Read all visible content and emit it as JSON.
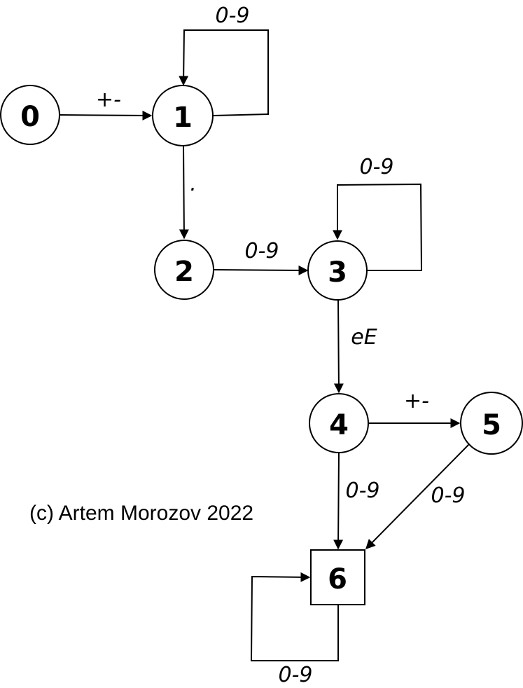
{
  "states": [
    {
      "id": "0",
      "label": "0",
      "final": false
    },
    {
      "id": "1",
      "label": "1",
      "final": false
    },
    {
      "id": "2",
      "label": "2",
      "final": false
    },
    {
      "id": "3",
      "label": "3",
      "final": false
    },
    {
      "id": "4",
      "label": "4",
      "final": false
    },
    {
      "id": "5",
      "label": "5",
      "final": false
    },
    {
      "id": "6",
      "label": "6",
      "final": true
    }
  ],
  "transitions": [
    {
      "from": "0",
      "to": "1",
      "label": "+-"
    },
    {
      "from": "1",
      "to": "1",
      "label": "0-9"
    },
    {
      "from": "1",
      "to": "2",
      "label": "."
    },
    {
      "from": "2",
      "to": "3",
      "label": "0-9"
    },
    {
      "from": "3",
      "to": "3",
      "label": "0-9"
    },
    {
      "from": "3",
      "to": "4",
      "label": "eE"
    },
    {
      "from": "4",
      "to": "5",
      "label": "+-"
    },
    {
      "from": "4",
      "to": "6",
      "label": "0-9"
    },
    {
      "from": "5",
      "to": "6",
      "label": "0-9"
    },
    {
      "from": "6",
      "to": "6",
      "label": "0-9"
    }
  ],
  "copyright": "(c) Artem Morozov 2022",
  "colors": {
    "stroke": "#000000",
    "background": "#ffffff"
  }
}
